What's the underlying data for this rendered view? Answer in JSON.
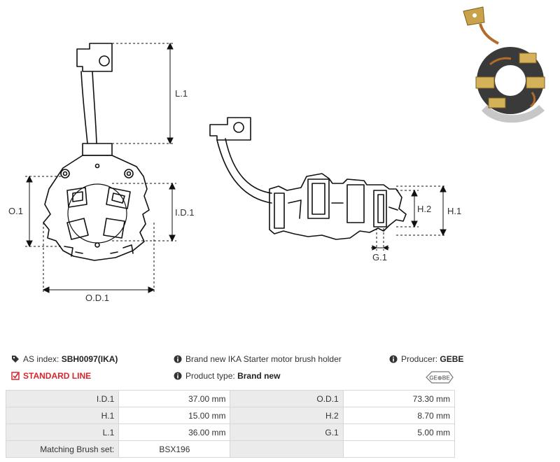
{
  "dimensions": {
    "l1": "L.1",
    "o1": "O.1",
    "id1": "I.D.1",
    "od1": "O.D.1",
    "h1": "H.1",
    "h2": "H.2",
    "g1": "G.1"
  },
  "info": {
    "as_index_label": "AS index:",
    "as_index_value": "SBH0097(IKA)",
    "standard_line": "STANDARD LINE",
    "description": "Brand new IKA Starter motor brush holder",
    "product_type_label": "Product type:",
    "product_type_value": "Brand new",
    "producer_label": "Producer:",
    "producer_value": "GEBE",
    "logo_text": "GE⊕BE"
  },
  "specs": {
    "rows": [
      {
        "l1": "I.D.1",
        "v1": "37.00 mm",
        "l2": "O.D.1",
        "v2": "73.30 mm"
      },
      {
        "l1": "H.1",
        "v1": "15.00 mm",
        "l2": "H.2",
        "v2": "8.70 mm"
      },
      {
        "l1": "L.1",
        "v1": "36.00 mm",
        "l2": "G.1",
        "v2": "5.00 mm"
      },
      {
        "l1": "Matching Brush set:",
        "v1": "BSX196",
        "l2": "",
        "v2": ""
      }
    ]
  },
  "colors": {
    "standard_line": "#d9262c",
    "label_bg": "#ebebeb",
    "border": "#d7d7d7"
  }
}
